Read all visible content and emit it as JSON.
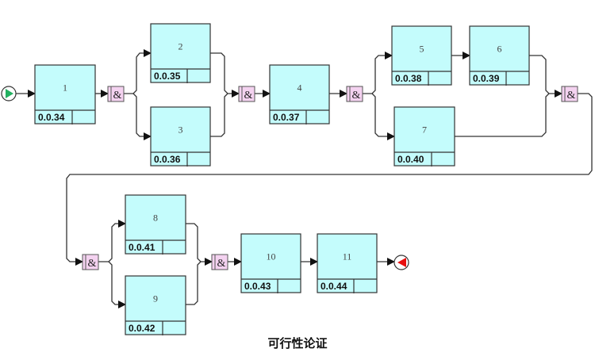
{
  "caption": "可行性论证",
  "start_event": {
    "icon": "start-event-icon",
    "color": "#22b060"
  },
  "end_event": {
    "icon": "end-event-icon",
    "color": "#e81010"
  },
  "connector": {
    "label": "&",
    "type": "AND",
    "color": "#f4d2f0"
  },
  "activity_color": "#c4fcfc",
  "activities": [
    {
      "number": "1",
      "id": "0.0.34"
    },
    {
      "number": "2",
      "id": "0.0.35"
    },
    {
      "number": "3",
      "id": "0.0.36"
    },
    {
      "number": "4",
      "id": "0.0.37"
    },
    {
      "number": "5",
      "id": "0.0.38"
    },
    {
      "number": "6",
      "id": "0.0.39"
    },
    {
      "number": "7",
      "id": "0.0.40"
    },
    {
      "number": "8",
      "id": "0.0.41"
    },
    {
      "number": "9",
      "id": "0.0.42"
    },
    {
      "number": "10",
      "id": "0.0.43"
    },
    {
      "number": "11",
      "id": "0.0.44"
    }
  ]
}
